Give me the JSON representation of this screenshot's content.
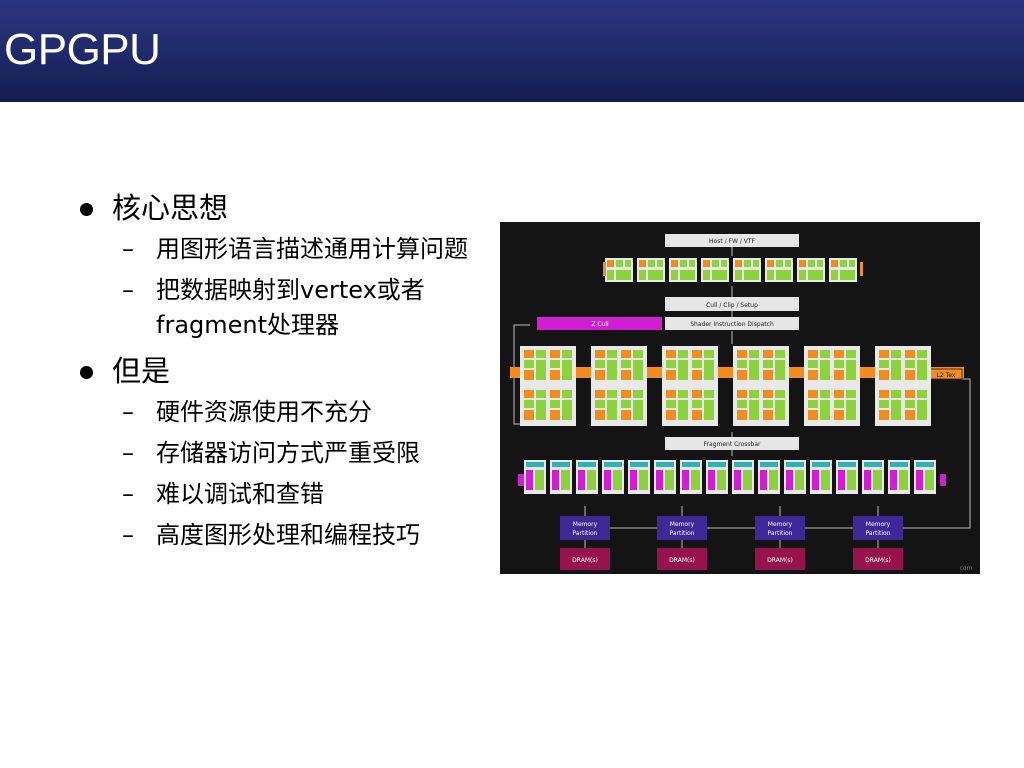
{
  "slide": {
    "title": "GPGPU",
    "bullets": [
      {
        "text": "核心思想",
        "items": [
          "用图形语言描述通用计算问题",
          "把数据映射到vertex或者fragment处理器"
        ]
      },
      {
        "text": "但是",
        "items": [
          "硬件资源使用不充分",
          "存储器访问方式严重受限",
          "难以调试和查错",
          "高度图形处理和编程技巧"
        ]
      }
    ]
  },
  "diagram": {
    "host": "Host / FW / VTF",
    "cull": "Cull / Clip / Setup",
    "zcull": "Z Cull",
    "dispatch": "Shader Instruction Dispatch",
    "l2tex": "L2 Tex",
    "crossbar": "Fragment Crossbar",
    "memory": [
      "Memory Partition",
      "Memory Partition",
      "Memory Partition",
      "Memory Partition"
    ],
    "dram": [
      "DRAM(s)",
      "DRAM(s)",
      "DRAM(s)",
      "DRAM(s)"
    ],
    "watermark": "com",
    "colors": {
      "orange": "#f28c1e",
      "green": "#8cd23c",
      "magenta": "#d21ed2",
      "teal": "#2ab4b4",
      "memory": "#3c2896",
      "dram": "#96144b"
    }
  }
}
